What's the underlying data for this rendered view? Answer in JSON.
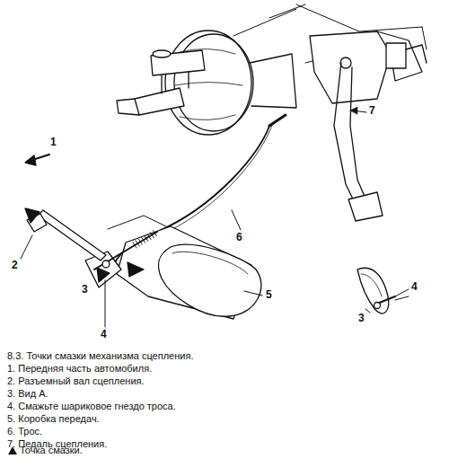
{
  "diagram": {
    "caption": "8.3. Точки смазки механизма сцепления.",
    "labels": [
      "1",
      "7",
      "6",
      "2",
      "5",
      "3",
      "4",
      "4",
      "3",
      "1. Передняя часть автомобиля.",
      "2. Разъемный вал сцепления.",
      "3. Вид А.",
      "4. Смажьте шариковое гнездо троса.",
      "5. Коробка передач.",
      "6. Трос.",
      "7. Педаль сцепления."
    ],
    "legend": [
      {
        "text": "Точка смазки."
      }
    ]
  }
}
